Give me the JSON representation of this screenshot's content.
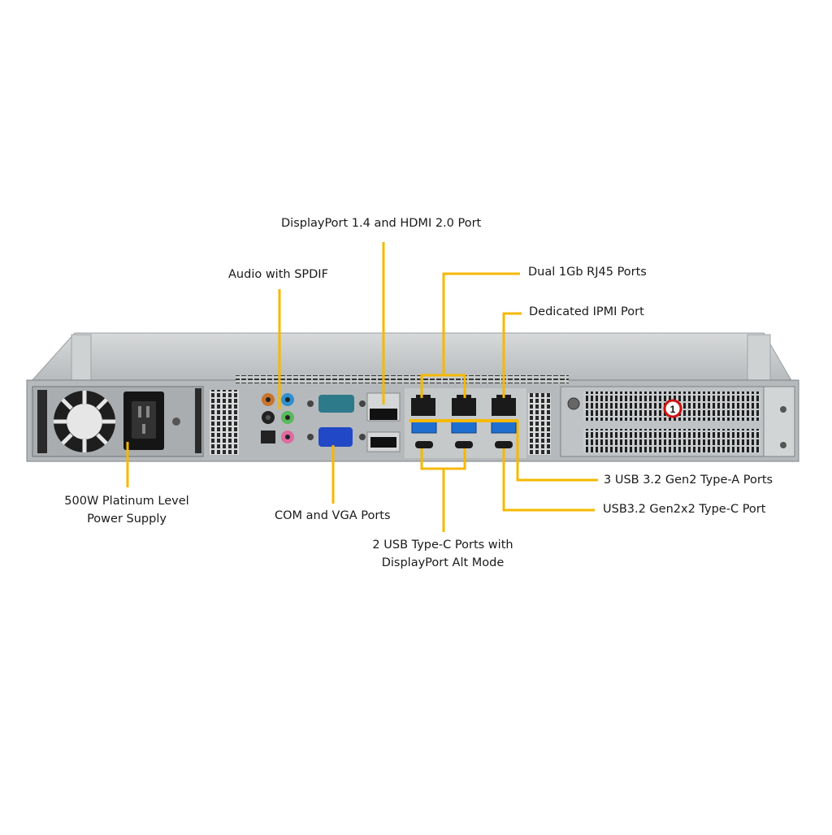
{
  "labels": {
    "displayport_hdmi": "DisplayPort 1.4 and HDMI 2.0 Port",
    "audio": "Audio with SPDIF",
    "dual_rj45": "Dual 1Gb RJ45 Ports",
    "ipmi": "Dedicated IPMI Port",
    "psu_line1": "500W Platinum Level",
    "psu_line2": "Power Supply",
    "com_vga": "COM and VGA Ports",
    "usb_typec_line1": "2 USB Type-C Ports with",
    "usb_typec_line2": "DisplayPort Alt Mode",
    "usb_typea": "3 USB 3.2 Gen2 Type-A Ports",
    "usb_gen2x2": "USB3.2 Gen2x2 Type-C Port"
  },
  "slot_marker": "1",
  "colors": {
    "callout": "#f5b800",
    "chassis": "#b9bdbf",
    "usb_blue": "#1f6fd1",
    "marker_red": "#d01010"
  }
}
